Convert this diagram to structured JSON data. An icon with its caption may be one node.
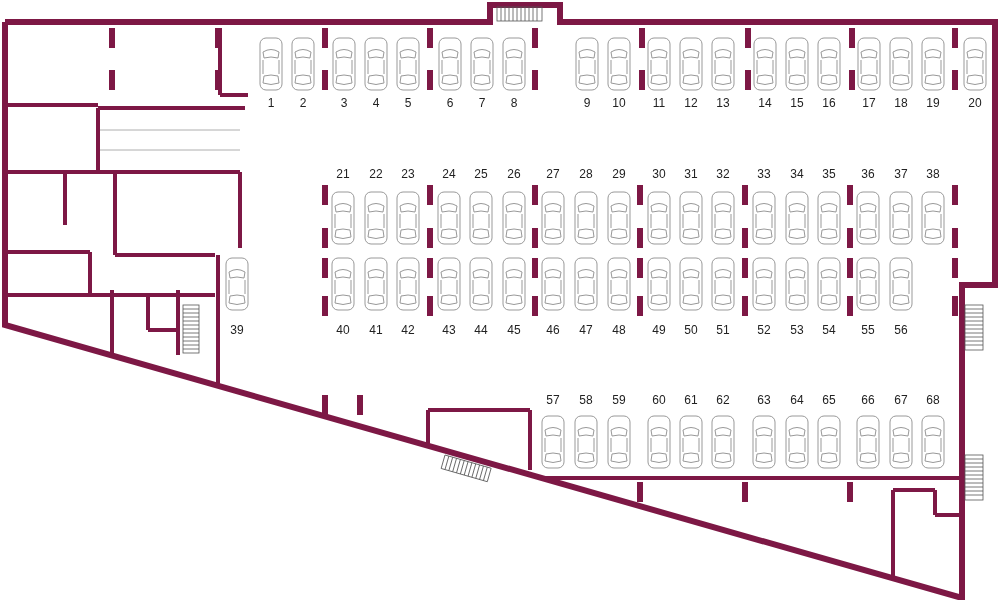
{
  "diagram": {
    "labels": [
      "1",
      "2",
      "3",
      "4",
      "5",
      "6",
      "7",
      "8",
      "9",
      "10",
      "11",
      "12",
      "13",
      "14",
      "15",
      "16",
      "17",
      "18",
      "19",
      "20",
      "21",
      "22",
      "23",
      "24",
      "25",
      "26",
      "27",
      "28",
      "29",
      "30",
      "31",
      "32",
      "33",
      "34",
      "35",
      "36",
      "37",
      "38",
      "39",
      "40",
      "41",
      "42",
      "43",
      "44",
      "45",
      "46",
      "47",
      "48",
      "49",
      "50",
      "51",
      "52",
      "53",
      "54",
      "55",
      "56",
      "57",
      "58",
      "59",
      "60",
      "61",
      "62",
      "63",
      "64",
      "65",
      "66",
      "67",
      "68"
    ]
  }
}
